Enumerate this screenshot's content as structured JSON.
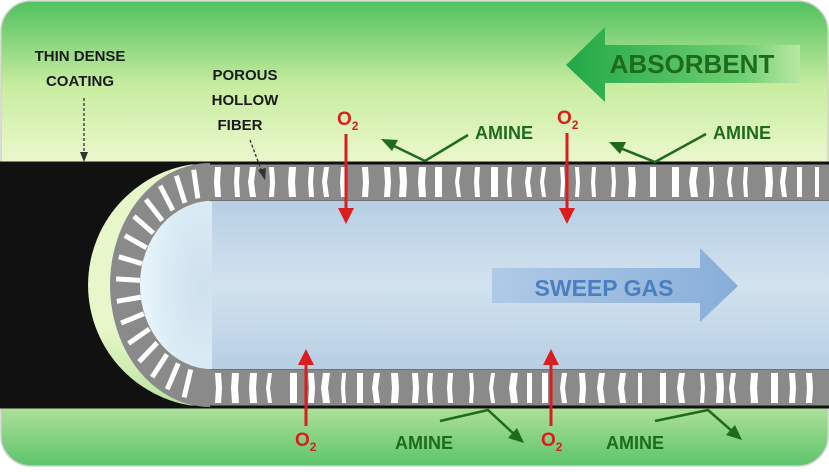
{
  "labels": {
    "thin_dense_coating_line1": "THIN DENSE",
    "thin_dense_coating_line2": "COATING",
    "porous_hollow_fiber_line1": "POROUS",
    "porous_hollow_fiber_line2": "HOLLOW",
    "porous_hollow_fiber_line3": "FIBER",
    "absorbent": "ABSORBENT",
    "sweep_gas": "SWEEP GAS",
    "amine": "AMINE",
    "o2_main": "O",
    "o2_sub": "2"
  },
  "colors": {
    "background_green": "#b9e6a3",
    "arrow_green": "#1e6b1e",
    "absorbent_arrow": "#2db04c",
    "o2_red": "#d81e1e",
    "sweep_blue": "#4b7fbf",
    "lumen_blue": "#c9dceb",
    "coating_black": "#111111",
    "fiber_gray": "#8a8a8a"
  }
}
